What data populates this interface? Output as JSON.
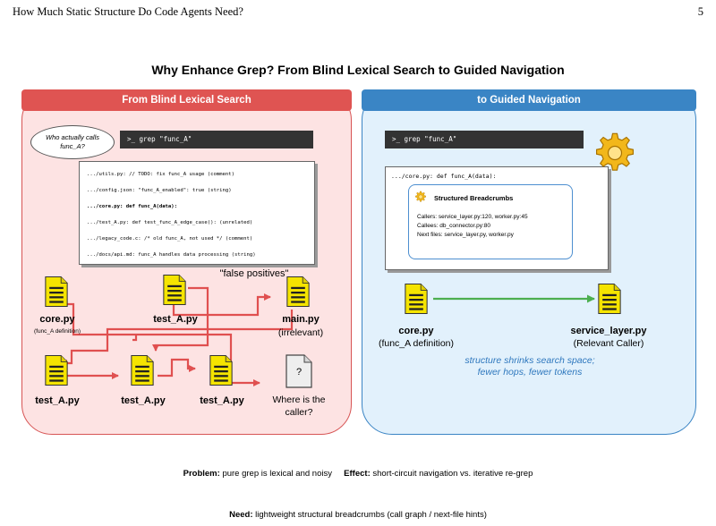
{
  "header": {
    "running_title": "How Much Static Structure Do Code Agents Need?",
    "page_number": "5"
  },
  "figure": {
    "title": "Why Enhance Grep? From Blind Lexical Search to Guided Navigation",
    "left": {
      "heading": "From Blind Lexical Search",
      "bubble_line1": "Who actually calls",
      "bubble_line2": "func_A?",
      "command": ">_ grep \"func_A\"",
      "results": [
        ".../utils.py: // TODO: fix func_A usage (comment)",
        ".../config.json: \"func_A_enabled\": true (string)",
        ".../core.py: def func_A(data):",
        ".../test_A.py: def test_func_A_edge_case(): (unrelated)",
        ".../legacy_code.c: /* old func_A, not used */ (comment)",
        ".../docs/api.md: func_A handles data processing (string)"
      ],
      "false_positives": "\"false positives\"",
      "files": {
        "core_name": "core.py",
        "core_desc": "(func_A definition)",
        "test_top": "test_A.py",
        "main_name": "main.py",
        "main_desc": "(irrelevant)",
        "test_bottom_1": "test_A.py",
        "test_bottom_2": "test_A.py",
        "test_bottom_3": "test_A.py",
        "unknown_mark": "?",
        "unknown_line1": "Where is the",
        "unknown_line2": "caller?"
      }
    },
    "right": {
      "heading": "to Guided Navigation",
      "command": ">_ grep \"func_A\"",
      "result_line": ".../core.py: def func_A(data):",
      "breadcrumbs": {
        "title": "Structured Breadcrumbs",
        "callers": "Callers: service_layer.py:120, worker.py:45",
        "callees": "Callees: db_connector.py:80",
        "next_files": "Next files: service_layer.py, worker.py"
      },
      "files": {
        "core_name": "core.py",
        "core_desc": "(func_A definition)",
        "target_name": "service_layer.py",
        "target_desc": "(Relevant Caller)"
      },
      "note_line1": "structure shrinks search space;",
      "note_line2": "fewer hops, fewer tokens"
    },
    "bottom": {
      "problem_label": "Problem:",
      "problem_text": " pure grep is lexical and noisy",
      "effect_label": "Effect:",
      "effect_text": " short-circuit navigation vs. iterative re-grep",
      "need_label": "Need:",
      "need_text": " lightweight structural breadcrumbs (call graph / next-file hints)"
    },
    "colors": {
      "left_panel": "#fde3e3",
      "left_accent": "#df5452",
      "right_panel": "#e2f1fc",
      "right_accent": "#3a85c5",
      "file_icon": "#f5e400",
      "red_arrow": "#e05050",
      "green_arrow": "#4caf50",
      "gear": "#f2b71b"
    }
  }
}
